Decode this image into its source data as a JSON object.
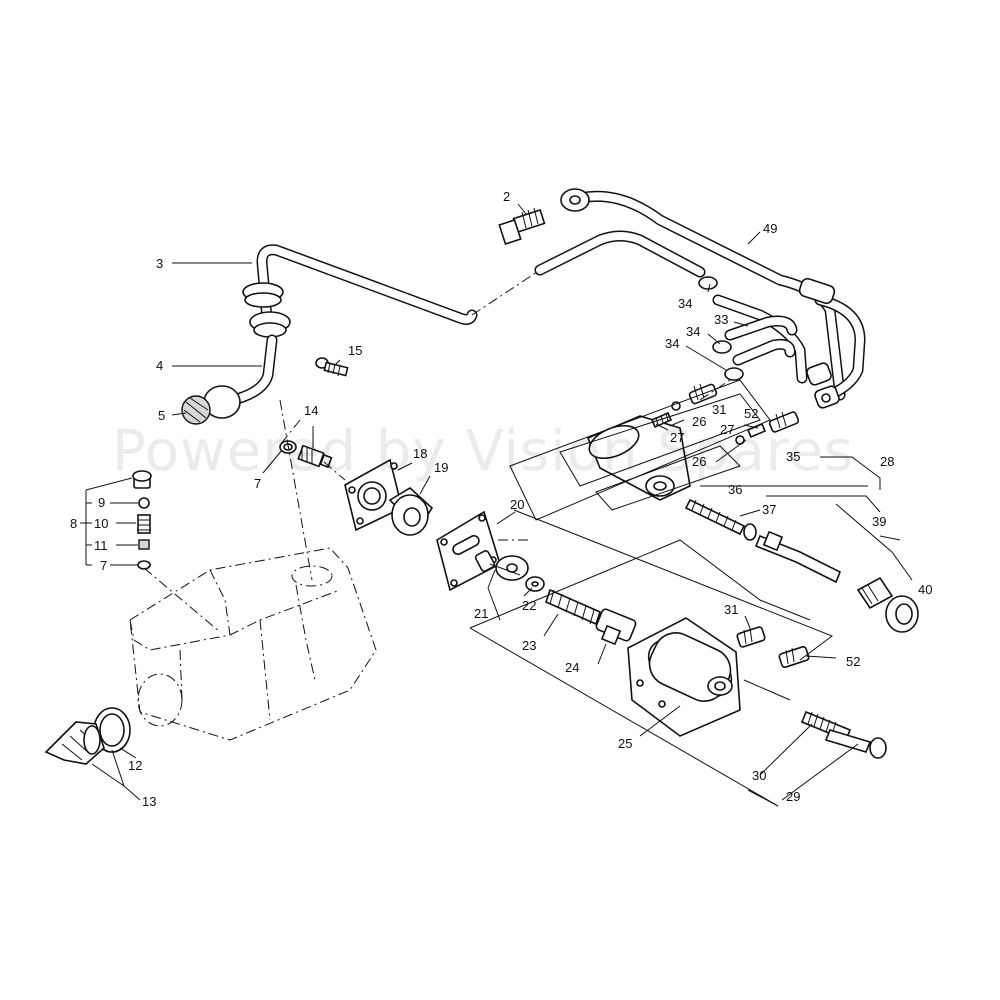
{
  "watermark": "Powered by Vision Spares",
  "callouts": [
    "2",
    "3",
    "4",
    "5",
    "7",
    "7",
    "8",
    "9",
    "10",
    "11",
    "12",
    "13",
    "14",
    "15",
    "18",
    "19",
    "20",
    "21",
    "22",
    "23",
    "24",
    "25",
    "26",
    "26",
    "27",
    "27",
    "28",
    "29",
    "30",
    "31",
    "31",
    "33",
    "34",
    "34",
    "34",
    "35",
    "36",
    "37",
    "39",
    "40",
    "49",
    "52",
    "52"
  ]
}
